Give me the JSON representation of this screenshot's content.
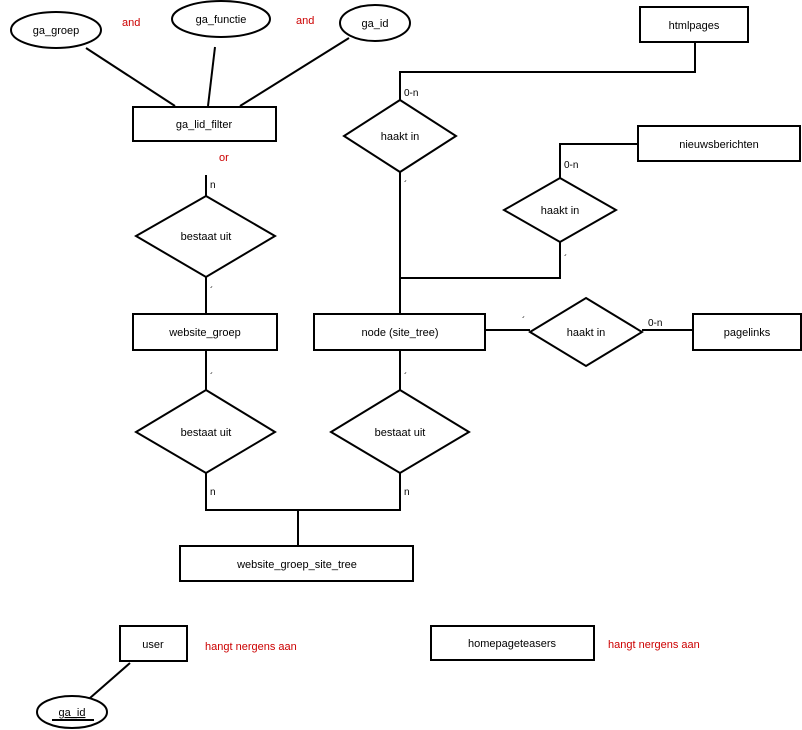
{
  "colors": {
    "line": "#000000",
    "annotation": "#cc0000",
    "background": "#ffffff"
  },
  "entities": {
    "ga_lid_filter": "ga_lid_filter",
    "htmlpages": "htmlpages",
    "nieuwsberichten": "nieuwsberichten",
    "website_groep": "website_groep",
    "node_site_tree": "node (site_tree)",
    "pagelinks": "pagelinks",
    "website_groep_site_tree": "website_groep_site_tree",
    "user": "user",
    "homepageteasers": "homepageteasers"
  },
  "attributes": {
    "ga_groep": "ga_groep",
    "ga_functie": "ga_functie",
    "ga_id_top": "ga_id",
    "ga_id_user": "ga_id"
  },
  "relationships": {
    "haakt_in_htmlpages": "haakt in",
    "haakt_in_nieuws": "haakt in",
    "haakt_in_pagelinks": "haakt in",
    "bestaat_uit_filter": "bestaat uit",
    "bestaat_uit_groep": "bestaat uit",
    "bestaat_uit_node": "bestaat uit"
  },
  "annotations": {
    "and_1": "and",
    "and_2": "and",
    "or": "or",
    "hangt_user": "hangt nergens aan",
    "hangt_teasers": "hangt nergens aan"
  },
  "cardinalities": {
    "filter_n": "n",
    "htmlpages_0n": "0-n",
    "nieuws_0n": "0-n",
    "pagelinks_0n": "0-n",
    "groep_n": "n",
    "node_n": "n"
  }
}
